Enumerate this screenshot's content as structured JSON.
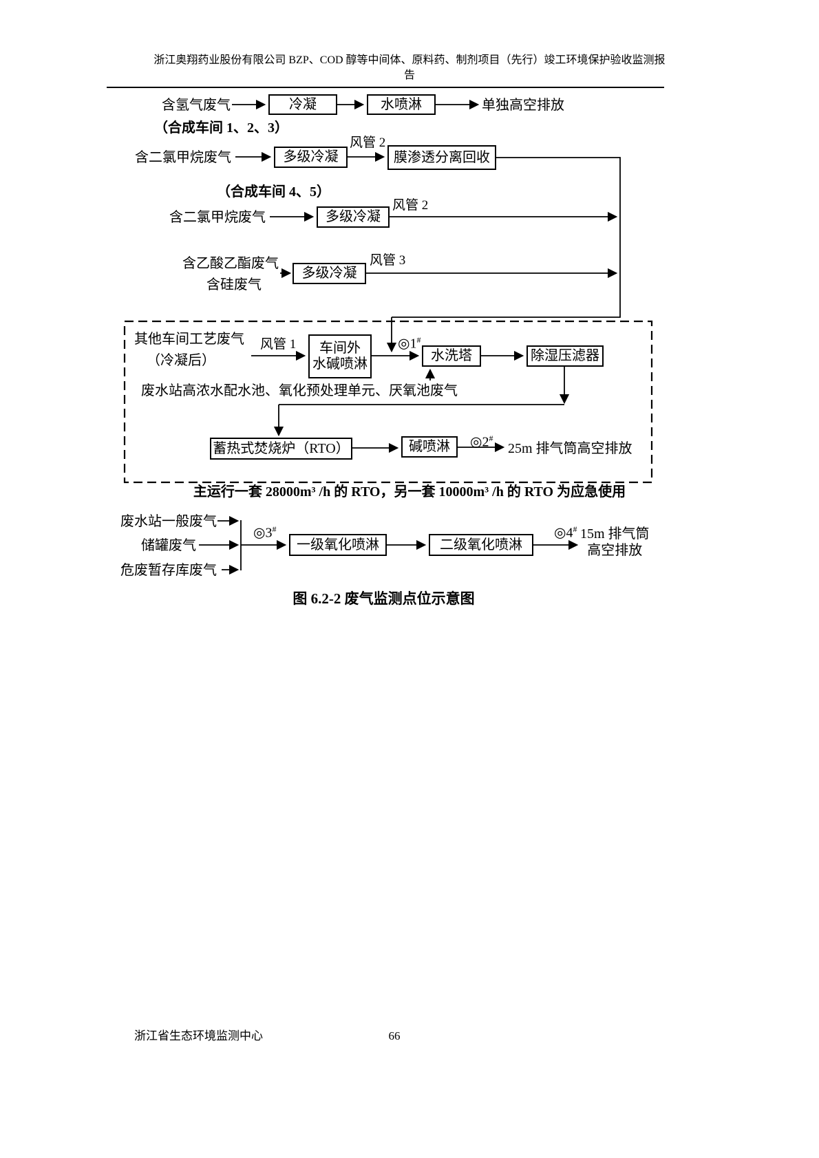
{
  "page": {
    "header": {
      "line1": "浙江奥翔药业股份有限公司 BZP、COD 醇等中间体、原料药、制剂项目（先行）竣工环境保护验收监测报",
      "line2": "告"
    },
    "footer": {
      "org": "浙江省生态环境监测中心",
      "page_number": "66"
    }
  },
  "diagram": {
    "caption": "图 6.2-2 废气监测点位示意图",
    "rto_note": "主运行一套 28000m³ /h 的 RTO，另一套 10000m³ /h 的 RTO 为应急使用",
    "point_sup": "#",
    "groups": {
      "hydrogen": {
        "source": "含氢气废气",
        "condense_box": "冷凝",
        "water_spray_box": "水喷淋",
        "outlet": "单独高空排放"
      },
      "workshop123": {
        "label": "（合成车间 1、2、3）",
        "source": "含二氯甲烷废气",
        "multi_condense_box": "多级冷凝",
        "duct": "风管 2",
        "membrane_box": "膜渗透分离回收"
      },
      "workshop45": {
        "label": "（合成车间 4、5）",
        "source": "含二氯甲烷废气",
        "multi_condense_box": "多级冷凝",
        "duct": "风管 2"
      },
      "ethyl_acetate": {
        "source_line1": "含乙酸乙酯废气",
        "source_line2": "含硅废气",
        "multi_condense_box": "多级冷凝",
        "duct": "风管 3"
      },
      "rto_unit": {
        "source_line1": "其他车间工艺废气",
        "source_line2": "（冷凝后）",
        "duct": "风管 1",
        "alkali_wash_box_line1": "车间外",
        "alkali_wash_box_line2": "水碱喷淋",
        "point1": "◎1",
        "wash_tower_box": "水洗塔",
        "dehumid_filter_box": "除湿压滤器",
        "wastewater_source": "废水站高浓水配水池、氧化预处理单元、厌氧池废气",
        "rto_box": "蓄热式焚烧炉（RTO）",
        "alkali_spray_box": "碱喷淋",
        "point2": "◎2",
        "outlet": "25m 排气筒高空排放"
      },
      "oxidation": {
        "source1": "废水站一般废气",
        "source2": "储罐废气",
        "source3": "危废暂存库废气",
        "point3": "◎3",
        "ox1_box": "一级氧化喷淋",
        "ox2_box": "二级氧化喷淋",
        "point4": "◎4",
        "outlet_line1": "15m 排气筒",
        "outlet_line2": "高空排放"
      }
    }
  }
}
